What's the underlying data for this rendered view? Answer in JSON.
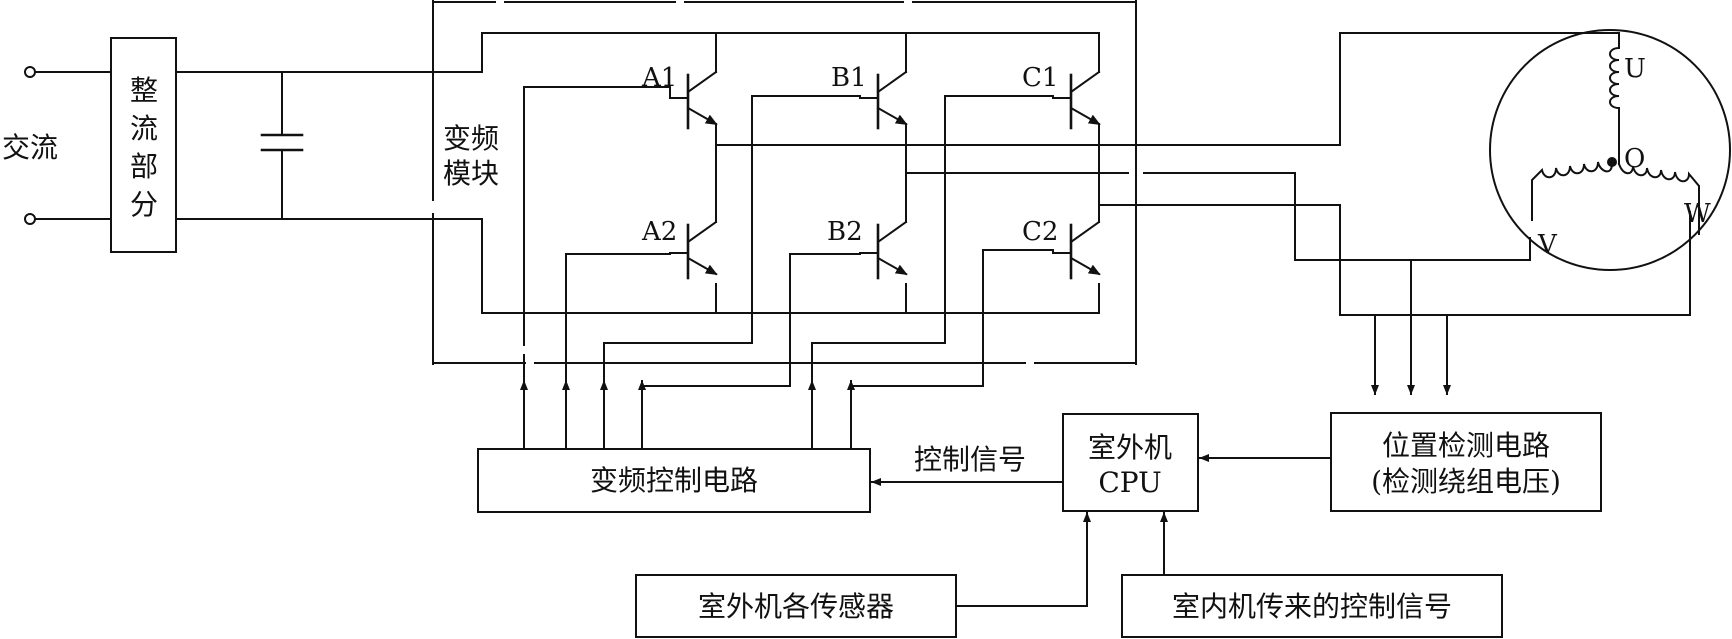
{
  "input": {
    "label": "交流"
  },
  "rectifier": {
    "label": [
      "整",
      "流",
      "部",
      "分"
    ]
  },
  "module": {
    "label": [
      "变频",
      "模块"
    ]
  },
  "transistors": {
    "a1": "A1",
    "b1": "B1",
    "c1": "C1",
    "a2": "A2",
    "b2": "B2",
    "c2": "C2"
  },
  "motor": {
    "u": "U",
    "v": "V",
    "w": "W",
    "o": "O"
  },
  "blocks": {
    "vf_control": "变频控制电路",
    "cpu_line1": "室外机",
    "cpu_line2": "CPU",
    "position_line1": "位置检测电路",
    "position_line2": "(检测绕组电压)",
    "sensors": "室外机各传感器",
    "indoor_signal": "室内机传来的控制信号"
  },
  "signals": {
    "control": "控制信号"
  }
}
